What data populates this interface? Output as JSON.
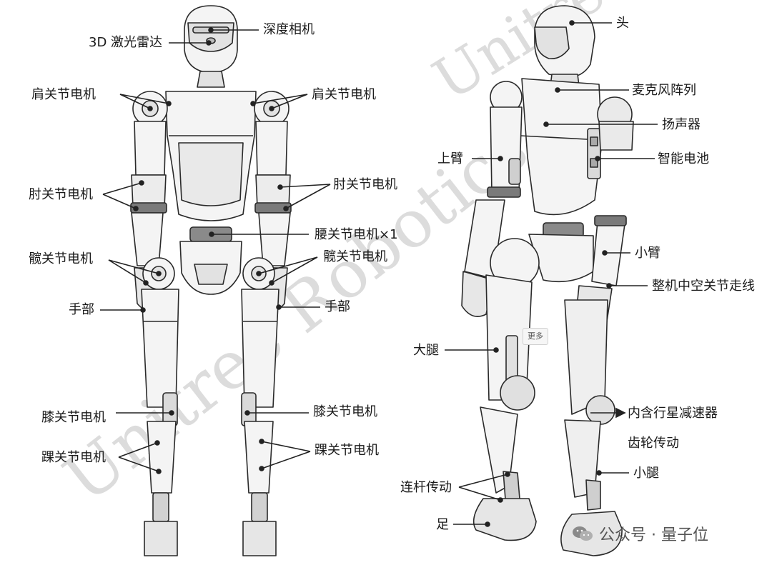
{
  "watermark": {
    "text1": "Unitree Robotics",
    "text2": "Unitree Robotics"
  },
  "labels": {
    "depth_camera": "深度相机",
    "lidar_3d": "3D 激光雷达",
    "shoulder_motor_left": "肩关节电机",
    "shoulder_motor_right": "肩关节电机",
    "elbow_motor_left": "肘关节电机",
    "elbow_motor_right": "肘关节电机",
    "waist_motor": "腰关节电机×1",
    "hip_motor_left": "髋关节电机",
    "hip_motor_right": "髋关节电机",
    "hand_left": "手部",
    "hand_right": "手部",
    "knee_motor_left": "膝关节电机",
    "knee_motor_right": "膝关节电机",
    "ankle_motor_left": "踝关节电机",
    "ankle_motor_right": "踝关节电机",
    "head": "头",
    "mic_array": "麦克风阵列",
    "speaker": "扬声器",
    "upper_arm": "上臂",
    "smart_battery": "智能电池",
    "forearm": "小臂",
    "hollow_wiring": "整机中空关节走线",
    "thigh": "大腿",
    "planetary_reducer": "内含行星减速器",
    "gear_drive": "齿轮传动",
    "shank": "小腿",
    "linkage_drive": "连杆传动",
    "foot": "足"
  },
  "more_button": "更多",
  "footer": {
    "icon": "wechat-icon",
    "text": "公众号 · 量子位"
  },
  "colors": {
    "line": "#222222",
    "outline": "#2a2a2a",
    "fill_light": "#f4f4f4",
    "fill_mid": "#e2e2e2",
    "watermark": "#dcdcdc"
  }
}
